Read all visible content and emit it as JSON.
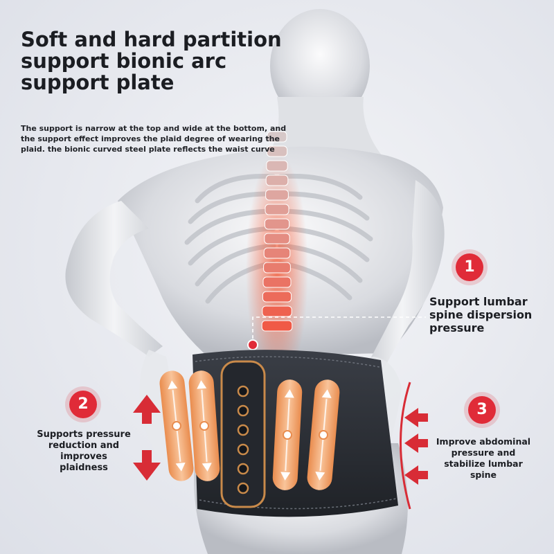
{
  "colors": {
    "accent_red": "#e02b38",
    "pad_orange": "#f2a56b",
    "belt_dark": "#2c2f36",
    "spine_glow": "#f0644a",
    "background": "#e9ebf1"
  },
  "headline": {
    "lines": [
      "Soft and hard partition",
      "support bionic arc",
      "support plate"
    ]
  },
  "description": {
    "lines": [
      "The support is narrow at the top and wide at the bottom, and",
      "the support effect improves the plaid degree of wearing the",
      "plaid. the bionic curved steel plate reflects the waist curve"
    ]
  },
  "callouts": [
    {
      "number": "1",
      "lines": [
        "Support lumbar",
        "spine dispersion",
        "pressure"
      ]
    },
    {
      "number": "2",
      "lines": [
        "Supports pressure",
        "reduction and",
        "improves",
        "plaidness"
      ]
    },
    {
      "number": "3",
      "lines": [
        "Improve abdominal",
        "pressure and",
        "stabilize lumbar",
        "spine"
      ]
    }
  ],
  "icons": [
    "spine-highlight-icon",
    "arrow-up-icon",
    "arrow-down-icon",
    "arrow-left-icon",
    "pressure-pad-icon"
  ]
}
